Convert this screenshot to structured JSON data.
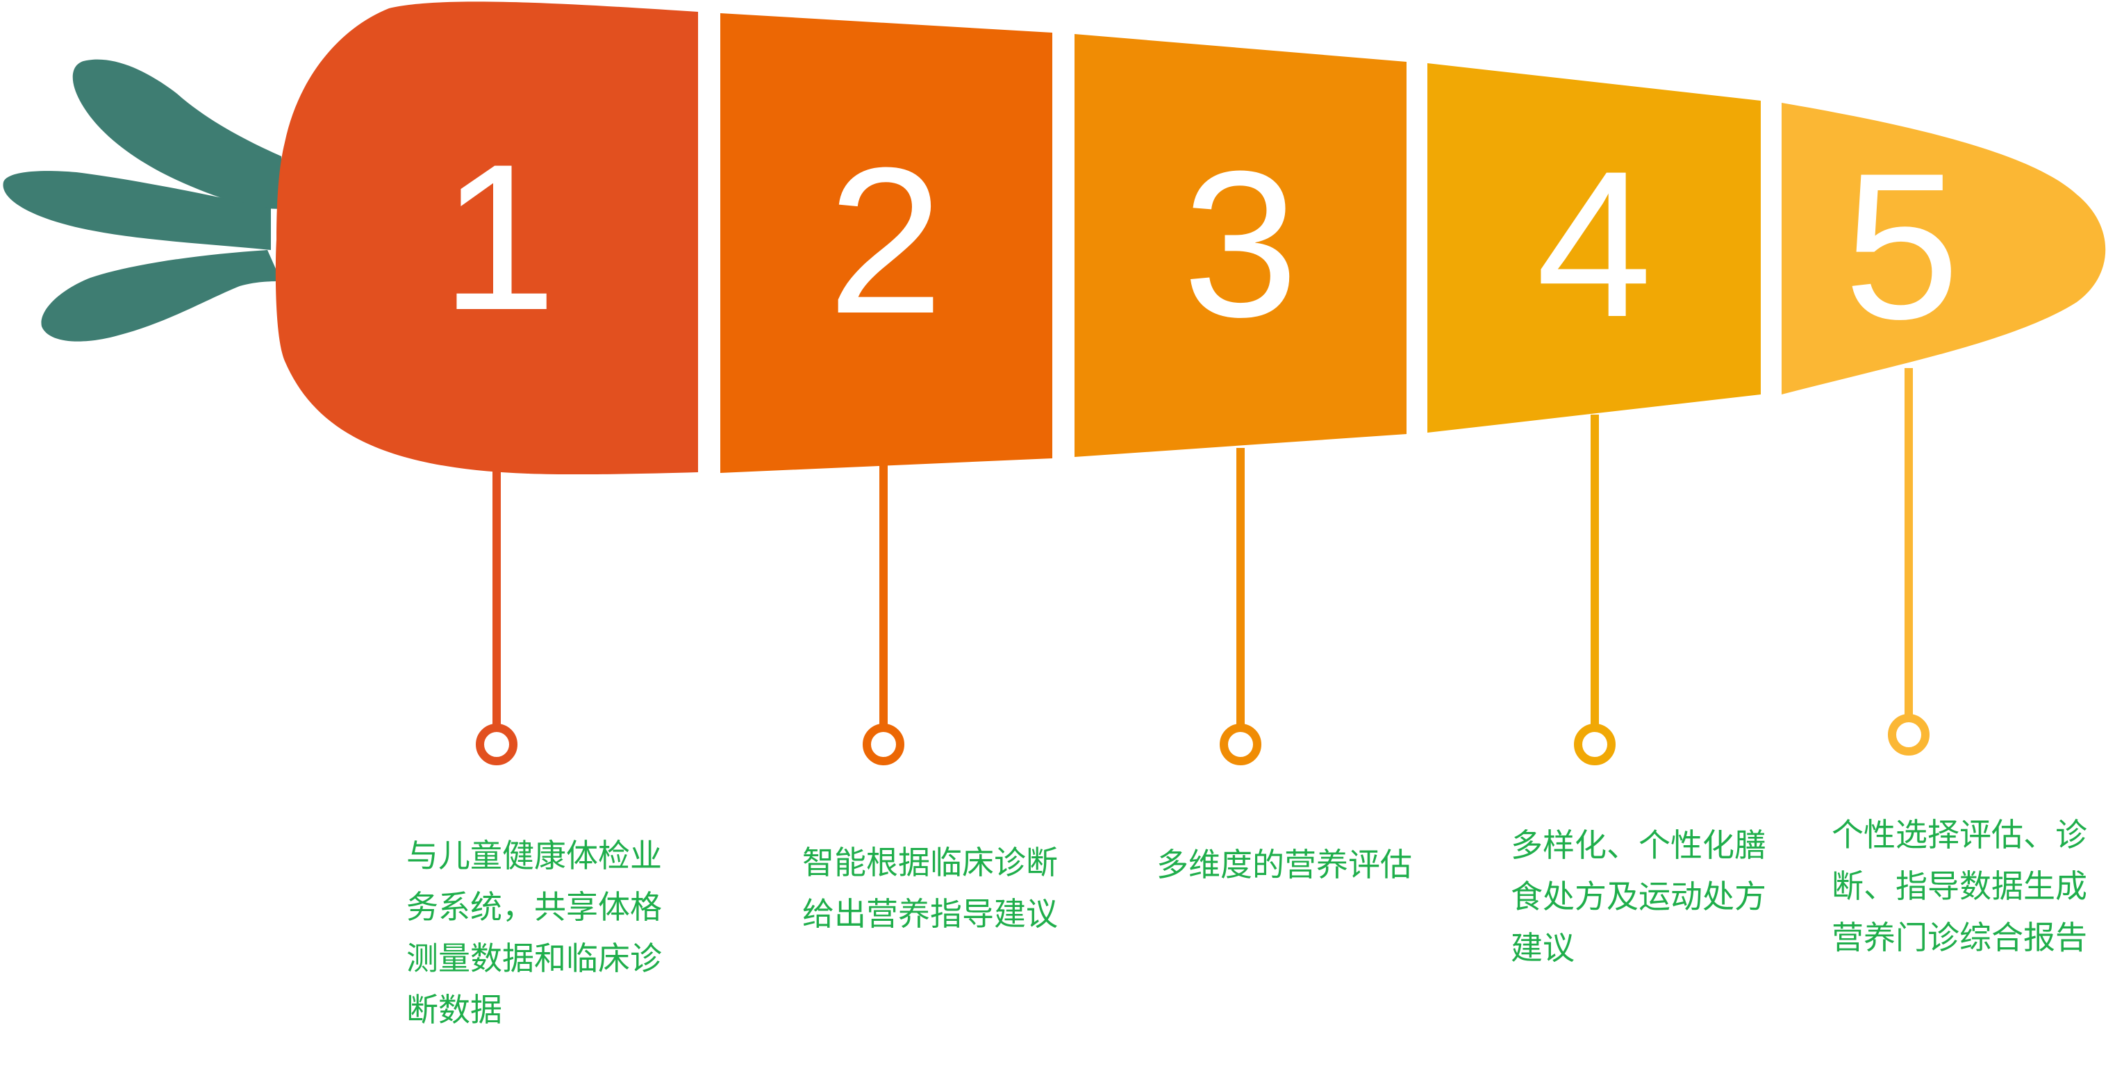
{
  "colors": {
    "leaf": "#3e7d72",
    "segment_1": "#e2501f",
    "segment_2": "#ec6704",
    "segment_3": "#f08c04",
    "segment_4": "#f1a805",
    "segment_5": "#fbb734",
    "text": "#1fae4b",
    "number": "#ffffff"
  },
  "steps": [
    {
      "number": "1",
      "text": "与儿童健康体检业务系统，共享体格测量数据和临床诊断数据"
    },
    {
      "number": "2",
      "text": "智能根据临床诊断给出营养指导建议"
    },
    {
      "number": "3",
      "text": "多维度的营养评估"
    },
    {
      "number": "4",
      "text": "多样化、个性化膳食处方及运动处方建议"
    },
    {
      "number": "5",
      "text": "个性选择评估、诊断、指导数据生成营养门诊综合报告"
    }
  ]
}
